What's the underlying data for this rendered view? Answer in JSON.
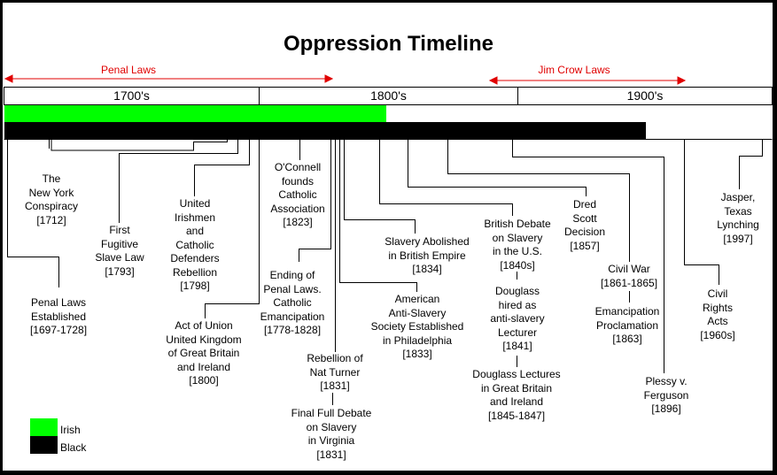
{
  "title": "Oppression Timeline",
  "eras": {
    "penal": "Penal Laws",
    "jimcrow": "Jim Crow Laws"
  },
  "centuries": [
    "1700's",
    "1800's",
    "1900's"
  ],
  "colors": {
    "irish": "#00ff00",
    "black": "#000000",
    "era_arrow": "#e00000"
  },
  "legend": {
    "irish": "Irish",
    "black": "Black"
  },
  "events": {
    "penal_laws": "Penal Laws\nEstablished\n[1697-1728]",
    "new_york": "The\nNew York\nConspiracy\n[1712]",
    "fugitive": "First\nFugitive\nSlave Law\n[1793]",
    "united_irishmen": "United\nIrishmen\nand\nCatholic\nDefenders\nRebellion\n[1798]",
    "act_of_union": "Act of Union\nUnited Kingdom\nof Great Britain\nand Ireland\n[1800]",
    "oconnell": "O'Connell\nfounds\nCatholic\nAssociation\n[1823]",
    "ending_penal": "Ending of\nPenal Laws.\nCatholic\nEmancipation\n[1778-1828]",
    "nat_turner": "Rebellion of\nNat Turner\n[1831]",
    "virginia_debate": "Final Full Debate\non Slavery\nin Virginia\n[1831]",
    "aass": "American\nAnti-Slavery\nSociety Established\nin Philadelphia\n[1833]",
    "british_abolition": "Slavery Abolished\nin British Empire\n[1834]",
    "british_debate": "British  Debate\non Slavery\nin the U.S.\n[1840s]",
    "douglass_hired": "Douglass\nhired as\nanti-slavery\nLecturer\n[1841]",
    "douglass_lectures": "Douglass Lectures\nin Great Britain\nand Ireland\n[1845-1847]",
    "dred_scott": "Dred\nScott\nDecision\n[1857]",
    "civil_war": "Civil War\n[1861-1865]",
    "emancipation": "Emancipation\nProclamation\n[1863]",
    "plessy": "Plessy v.\nFerguson\n[1896]",
    "civil_rights": "Civil\nRights\nActs\n[1960s]",
    "jasper": "Jasper,\nTexas\nLynching\n[1997]"
  }
}
